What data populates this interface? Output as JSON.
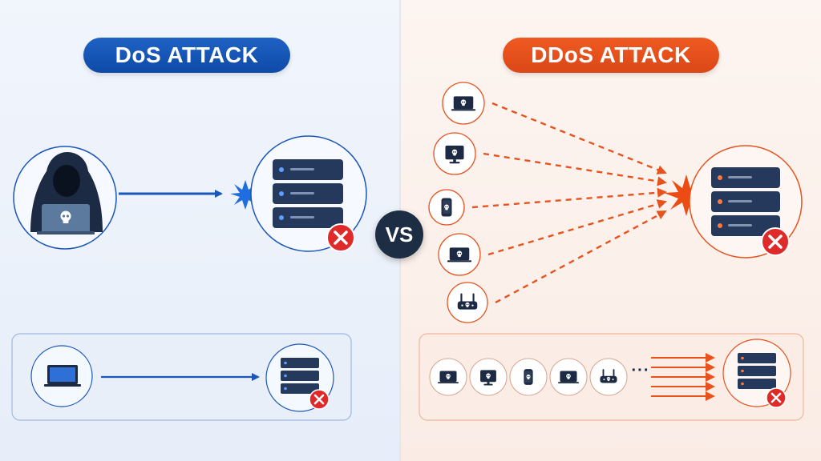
{
  "titles": {
    "dos": "DoS ATTACK",
    "ddos": "DDoS ATTACK",
    "vs": "VS"
  },
  "dos_panel": {
    "attacker": "hooded-hacker-with-skull-laptop",
    "target": "server-rack",
    "target_status": "down",
    "summary_source": "laptop",
    "summary_target": "server-rack"
  },
  "ddos_panel": {
    "sources": [
      "laptop",
      "desktop-monitor",
      "smartphone",
      "laptop",
      "router"
    ],
    "target": "server-rack",
    "target_status": "down",
    "summary_sources": [
      "laptop",
      "desktop-monitor",
      "smartphone",
      "laptop",
      "router"
    ],
    "summary_more": "···",
    "summary_target": "server-rack"
  },
  "colors": {
    "dos_accent": "#1a57b8",
    "ddos_accent": "#e8521d",
    "server": "#24395c",
    "error": "#e02a2a",
    "dark": "#1c2d44"
  },
  "icons": {
    "error": "x-circle-icon",
    "skull": "skull-icon",
    "impact": "burst-icon"
  }
}
